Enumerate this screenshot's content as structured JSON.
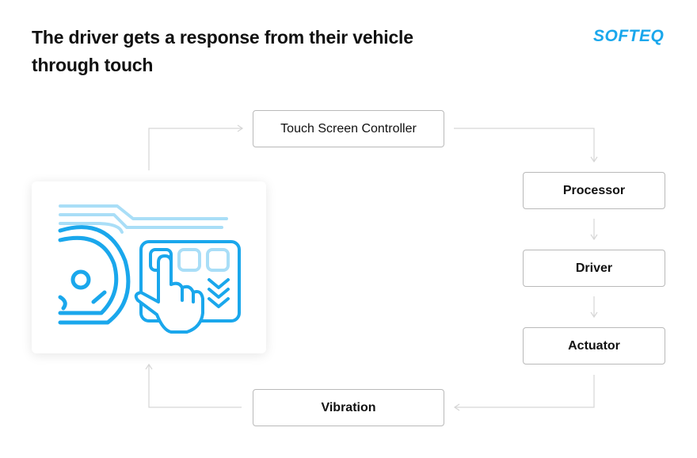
{
  "header": {
    "title_line1": "The driver gets a response from their vehicle",
    "title_line2": "through touch",
    "logo_text": "SOFTEQ"
  },
  "nodes": {
    "touch_screen_controller": "Touch Screen Controller",
    "processor": "Processor",
    "driver": "Driver",
    "actuator": "Actuator",
    "vibration": "Vibration"
  },
  "illustration": {
    "icon": "car-dashboard-touch-icon"
  },
  "colors": {
    "accent": "#1aa7ec",
    "accent_light": "#a9def7",
    "connector": "#d6d6d6",
    "box_border": "#b9b9b9",
    "text": "#111111"
  }
}
